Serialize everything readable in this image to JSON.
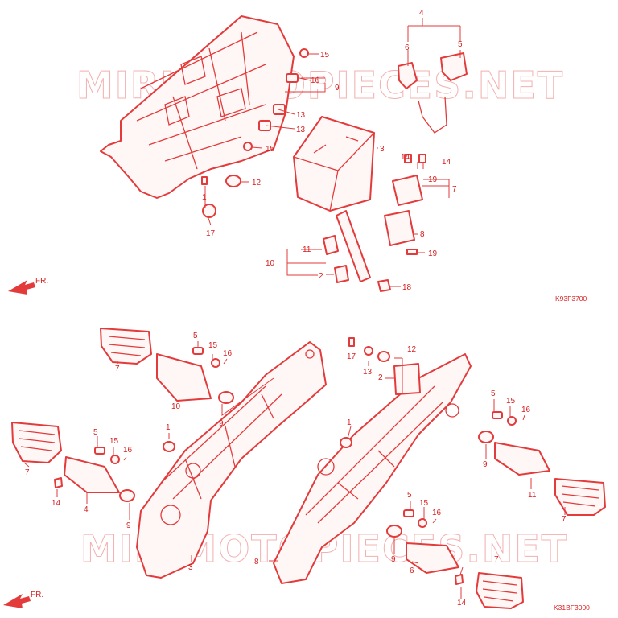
{
  "diagram": {
    "codes": {
      "upper": "K93F3700",
      "lower": "K31BF3000"
    },
    "watermark": "MIRIMOTOPIECES.NET",
    "fr_label": "FR.",
    "colors": {
      "line": "#e33b3b",
      "text": "#d71f1f",
      "watermark": "#f3b0b0"
    },
    "upper_callouts": [
      "15",
      "16",
      "9",
      "13",
      "13",
      "15",
      "12",
      "1",
      "17",
      "4",
      "6",
      "5",
      "3",
      "14",
      "14",
      "19",
      "7",
      "8",
      "19",
      "11",
      "10",
      "2",
      "18"
    ],
    "lower_callouts": [
      "7",
      "5",
      "15",
      "16",
      "10",
      "9",
      "7",
      "5",
      "15",
      "16",
      "14",
      "4",
      "9",
      "1",
      "3",
      "17",
      "13",
      "12",
      "2",
      "1",
      "8",
      "5",
      "15",
      "16",
      "9",
      "6",
      "7",
      "14",
      "5",
      "15",
      "16",
      "9",
      "11",
      "7"
    ]
  }
}
